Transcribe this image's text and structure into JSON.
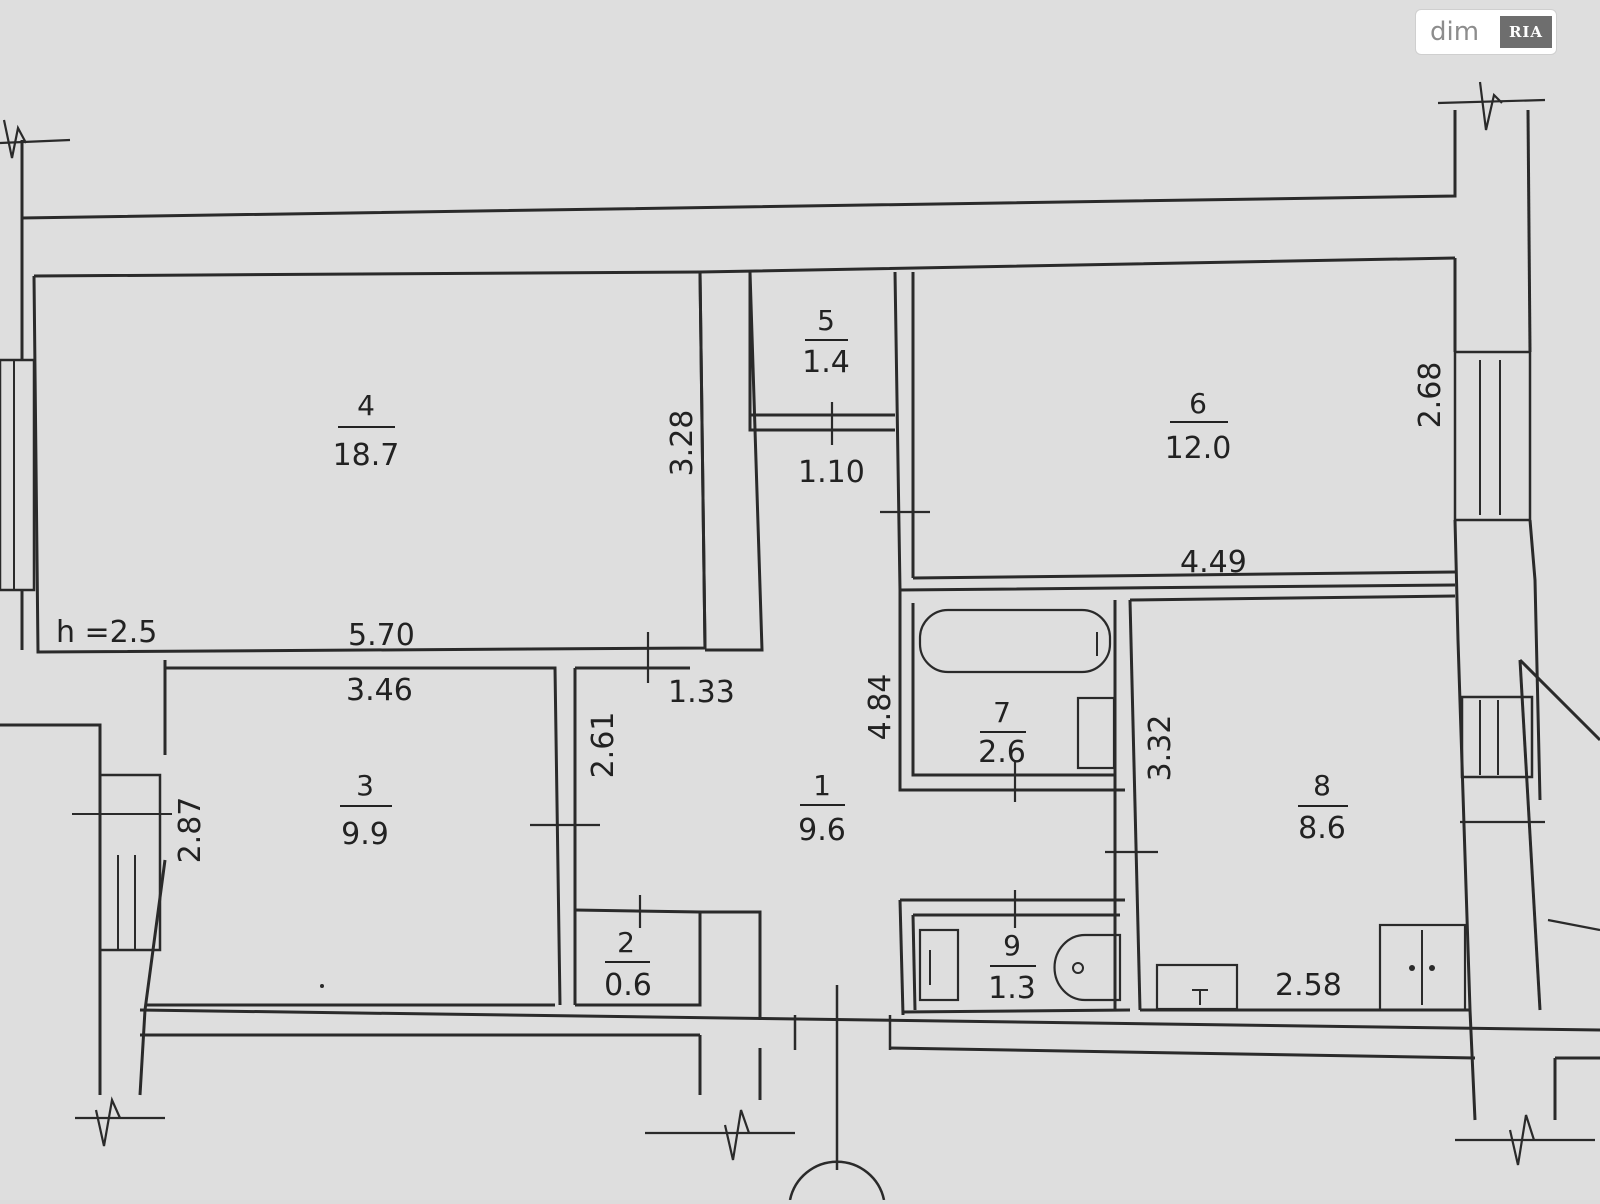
{
  "watermark": {
    "left": "dim",
    "right": "RIA"
  },
  "ceiling": "h =2.5",
  "rooms": [
    {
      "id": "1",
      "area": "9.6"
    },
    {
      "id": "2",
      "area": "0.6"
    },
    {
      "id": "3",
      "area": "9.9"
    },
    {
      "id": "4",
      "area": "18.7"
    },
    {
      "id": "5",
      "area": "1.4"
    },
    {
      "id": "6",
      "area": "12.0"
    },
    {
      "id": "7",
      "area": "2.6"
    },
    {
      "id": "8",
      "area": "8.6"
    },
    {
      "id": "9",
      "area": "1.3"
    }
  ],
  "dimensions": {
    "room4_height": "3.28",
    "room4_width": "5.70",
    "corridor_width": "1.10",
    "room6_height": "2.68",
    "room6_width": "4.49",
    "room3_width": "3.46",
    "hall_width": "1.33",
    "hall_height": "4.84",
    "room3_depth": "2.61",
    "room3_height": "2.87",
    "room8_height": "3.32",
    "room8_width": "2.58"
  }
}
